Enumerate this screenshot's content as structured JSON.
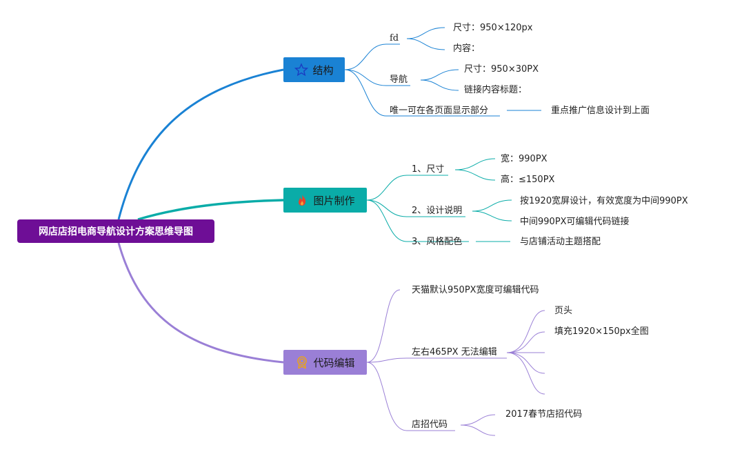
{
  "root": {
    "label": "网店店招电商导航设计方案思维导图"
  },
  "branches": [
    {
      "label": "结构",
      "icon": "star-icon",
      "color": "#1a82d4",
      "children": [
        {
          "label": "fd",
          "children": [
            {
              "label": "尺寸：950×120px"
            },
            {
              "label": "内容："
            }
          ]
        },
        {
          "label": "导航",
          "children": [
            {
              "label": "尺寸：950×30PX"
            },
            {
              "label": "链接内容标题："
            }
          ]
        },
        {
          "label": "唯一可在各页面显示部分",
          "children": [
            {
              "label": "重点推广信息设计到上面"
            }
          ]
        }
      ]
    },
    {
      "label": "图片制作",
      "icon": "fire-icon",
      "color": "#0aaca8",
      "children": [
        {
          "label": "1、尺寸",
          "children": [
            {
              "label": "宽：990PX"
            },
            {
              "label": "高：≤150PX"
            }
          ]
        },
        {
          "label": "2、设计说明",
          "children": [
            {
              "label": "按1920宽屏设计，有效宽度为中间990PX"
            },
            {
              "label": "中间990PX可编辑代码链接"
            }
          ]
        },
        {
          "label": "3、风格配色",
          "children": [
            {
              "label": "与店铺活动主题搭配"
            }
          ]
        }
      ]
    },
    {
      "label": "代码编辑",
      "icon": "award-icon",
      "color": "#9a7fd6",
      "children": [
        {
          "label": "天猫默认950PX宽度可编辑代码",
          "children": []
        },
        {
          "label": "左右465PX 无法编辑",
          "children": [
            {
              "label": "页头"
            },
            {
              "label": "填充1920×150px全图"
            },
            {
              "label": ""
            },
            {
              "label": ""
            },
            {
              "label": ""
            }
          ]
        },
        {
          "label": "店招代码",
          "children": [
            {
              "label": "2017春节店招代码"
            },
            {
              "label": ""
            }
          ]
        }
      ]
    }
  ]
}
